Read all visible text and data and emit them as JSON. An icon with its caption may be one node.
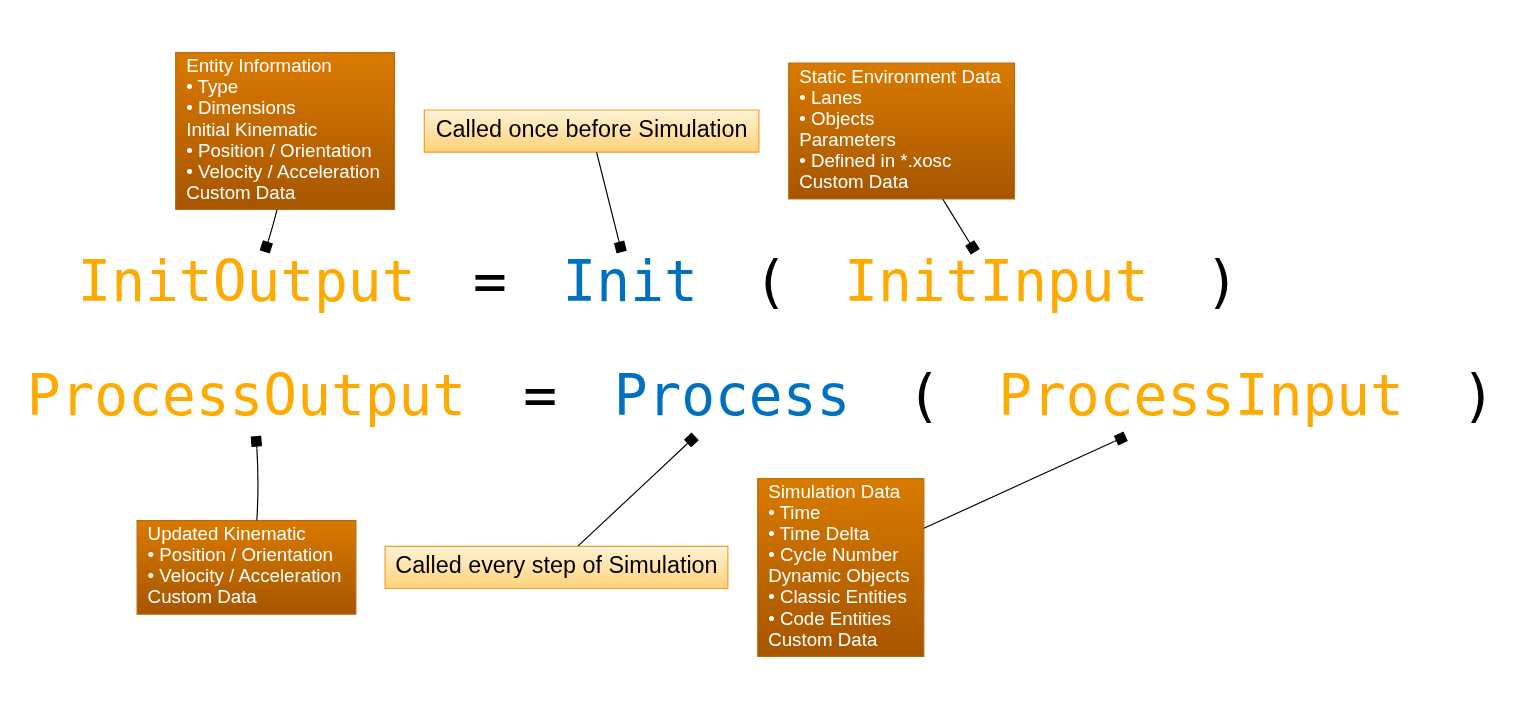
{
  "diagram": {
    "nodes": [
      {
        "text": [
          "Entity Information",
          "• Type",
          "• Dimensions",
          "Initial Kinematic",
          "• Position / Orientation",
          "• Velocity / Acceleration",
          "Custom Data"
        ]
      },
      {
        "text": [
          "Called once before Simulation"
        ]
      },
      {
        "text": [
          "Static Environment Data",
          "• Lanes",
          "• Objects",
          "Parameters",
          "• Defined in *.xosc",
          "Custom Data"
        ]
      },
      {
        "text": [
          "InitOutput"
        ]
      },
      {
        "text": [
          "Init"
        ]
      },
      {
        "text": [
          "InitInput"
        ]
      },
      {
        "text": [
          "ProcessOutput"
        ]
      },
      {
        "text": [
          "Process"
        ]
      },
      {
        "text": [
          "ProcessInput"
        ]
      },
      {
        "text": [
          "Updated Kinematic",
          "• Position / Orientation",
          "• Velocity / Acceleration",
          "Custom Data"
        ]
      },
      {
        "text": [
          "Called every step of Simulation"
        ]
      },
      {
        "text": [
          "Simulation Data",
          "• Time",
          "• Time Delta",
          "• Cycle Number",
          "Dynamic Objects",
          "• Classic Entities",
          "• Code Entities",
          "Custom Data"
        ]
      }
    ],
    "edges": [
      {
        "from": 0,
        "to": 3,
        "arrow": "other"
      },
      {
        "from": 1,
        "to": 4,
        "arrow": "other"
      },
      {
        "from": 2,
        "to": 5,
        "arrow": "other"
      },
      {
        "from": 9,
        "to": 6,
        "arrow": "other"
      },
      {
        "from": 10,
        "to": 7,
        "arrow": "other"
      },
      {
        "from": 11,
        "to": 8,
        "arrow": "other"
      }
    ],
    "labels": [
      "=",
      "(",
      ")",
      "=",
      "(",
      ")"
    ]
  }
}
